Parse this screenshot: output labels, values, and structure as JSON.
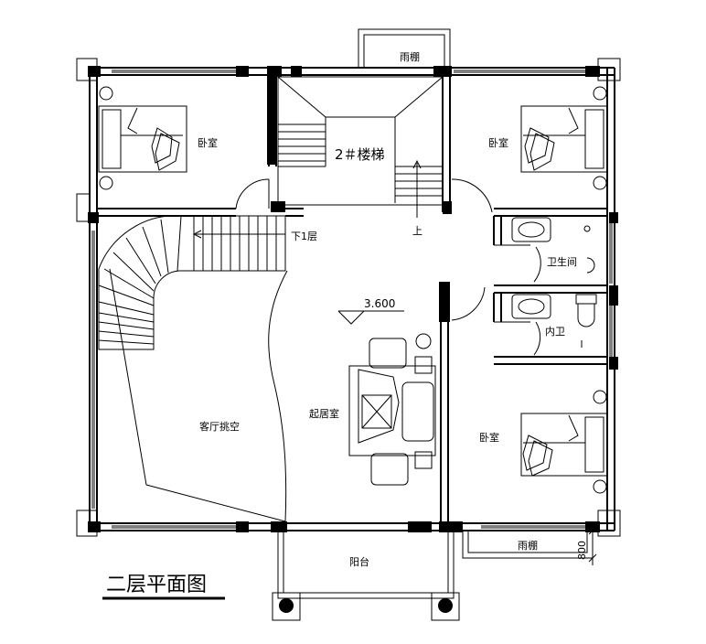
{
  "drawing": {
    "title": "二层平面图",
    "elevation": "3.600",
    "dimension": "800"
  },
  "rooms": {
    "bedroom_top_left": "卧室",
    "bedroom_top_right": "卧室",
    "bedroom_bottom_right": "卧室",
    "stair_2": "2＃楼梯",
    "stair_up": "上",
    "stair_down": "下1层",
    "bathroom": "卫生间",
    "inner_bath": "内卫",
    "living_void": "客厅挑空",
    "family_room": "起居室",
    "balcony": "阳台",
    "canopy_top": "雨棚",
    "canopy_right": "雨棚"
  }
}
